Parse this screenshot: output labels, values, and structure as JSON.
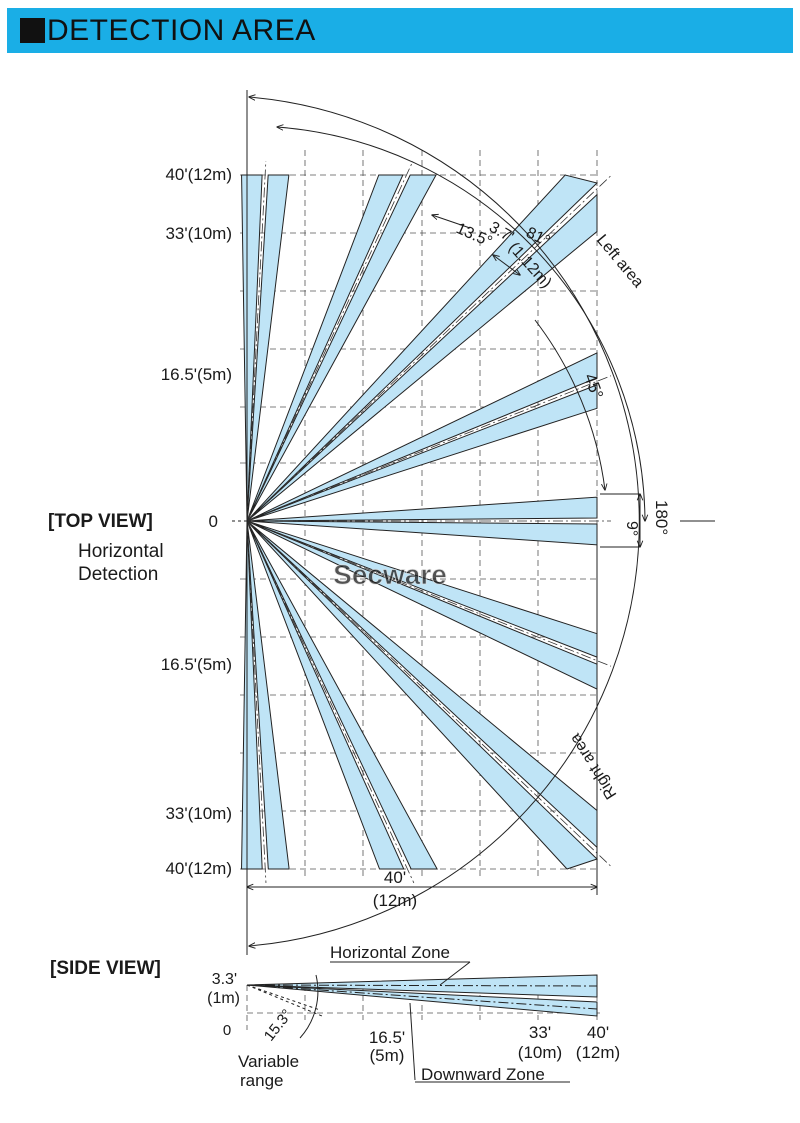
{
  "header": {
    "title": "DETECTION AREA"
  },
  "top_view": {
    "label": "[TOP VIEW]",
    "caption_line1": "Horizontal",
    "caption_line2": "Detection",
    "y_labels": {
      "top_40": "40'(12m)",
      "top_33": "33'(10m)",
      "top_16": "16.5'(5m)",
      "zero": "0",
      "bottom_16": "16.5'(5m)",
      "bottom_33": "33'(10m)",
      "bottom_40": "40'(12m)"
    },
    "x_label_line1": "40'",
    "x_label_line2": "(12m)",
    "angles": {
      "a81": "81°",
      "a13_5": "13.5°",
      "a3_7": "3.7'",
      "a3_7_m": "(1.12m)",
      "a45": "45°",
      "a9": "9°",
      "a180": "180°"
    },
    "left_area": "Left area",
    "right_area": "Right area",
    "watermark": "Secware"
  },
  "side_view": {
    "label": "[SIDE VIEW]",
    "height_label_line1": "3.3'",
    "height_label_line2": "(1m)",
    "zero": "0",
    "angle": "15.3°",
    "variable_line1": "Variable",
    "variable_line2": "range",
    "x16_line1": "16.5'",
    "x16_line2": "(5m)",
    "x33_line1": "33'",
    "x33_line2": "(10m)",
    "x40_line1": "40'",
    "x40_line2": "(12m)",
    "horizontal_zone": "Horizontal Zone",
    "downward_zone": "Downward Zone"
  },
  "colors": {
    "header": "#1aaee6",
    "beam": "#bfe4f6",
    "stroke": "#222222"
  }
}
